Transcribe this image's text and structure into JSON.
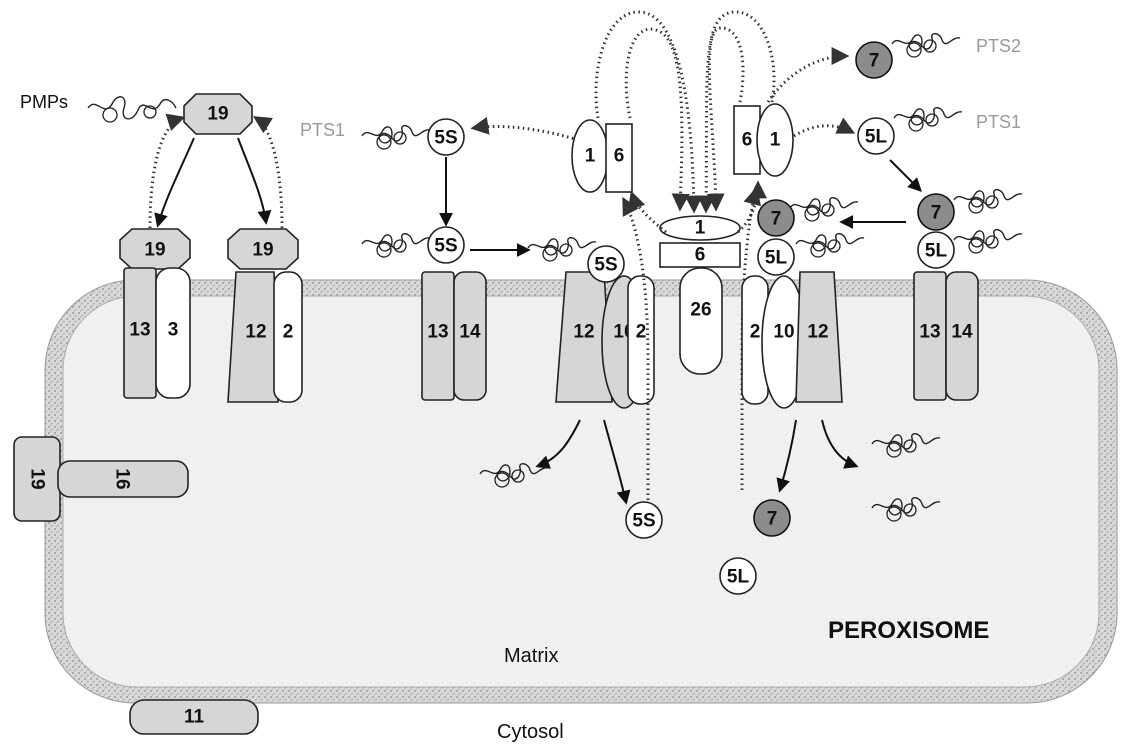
{
  "labels": {
    "pmps": "PMPs",
    "pts1_left": "PTS1",
    "pts1_right": "PTS1",
    "pts2": "PTS2",
    "matrix": "Matrix",
    "cytosol": "Cytosol",
    "peroxisome": "PEROXISOME"
  },
  "proteins": {
    "p19": "19",
    "p13": "13",
    "p3": "3",
    "p12": "12",
    "p2": "2",
    "p14": "14",
    "p10": "10",
    "p26": "26",
    "p1": "1",
    "p6": "6",
    "p16": "16",
    "p11": "11",
    "p7": "7",
    "p5s": "5S",
    "p5l": "5L"
  },
  "colors": {
    "membrane": "#cfcfcf",
    "matrix_fill": "#ededed",
    "shape_gray": "#d6d6d6",
    "shape_dark": "#8c8c8c"
  }
}
